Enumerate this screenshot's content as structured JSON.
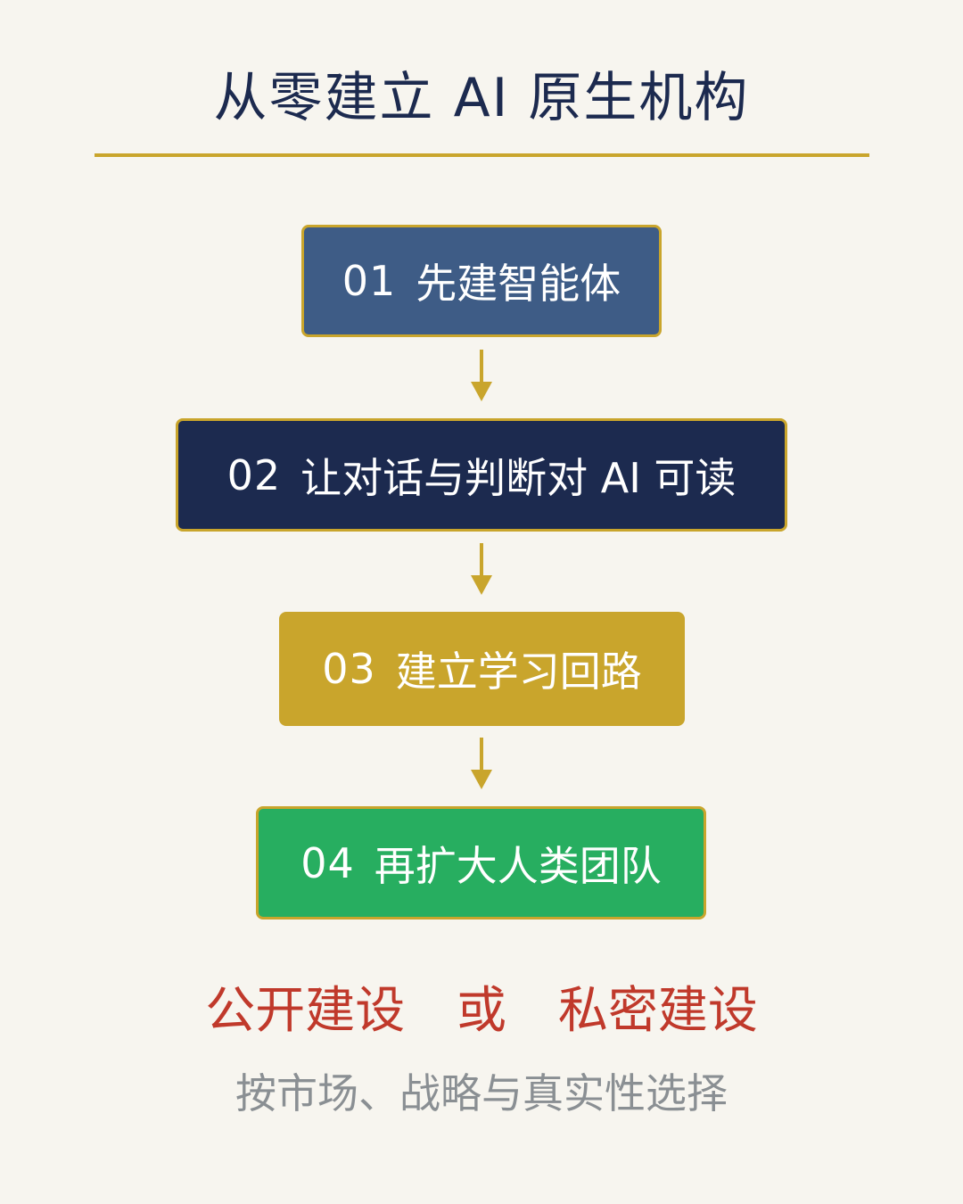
{
  "title": "从零建立 AI 原生机构",
  "colors": {
    "background": "#f7f5ef",
    "gold": "#c9a52c",
    "navy": "#1c2a4f",
    "slate_blue": "#3e5c86",
    "green": "#27ae60",
    "red": "#c0392b",
    "gray": "#8a8f93"
  },
  "steps": [
    {
      "num": "01",
      "label": "先建智能体"
    },
    {
      "num": "02",
      "label": "让对话与判断对 AI 可读"
    },
    {
      "num": "03",
      "label": "建立学习回路"
    },
    {
      "num": "04",
      "label": "再扩大人类团队"
    }
  ],
  "choice": {
    "option_a": "公开建设",
    "or": "或",
    "option_b": "私密建设"
  },
  "subtitle": "按市场、战略与真实性选择"
}
